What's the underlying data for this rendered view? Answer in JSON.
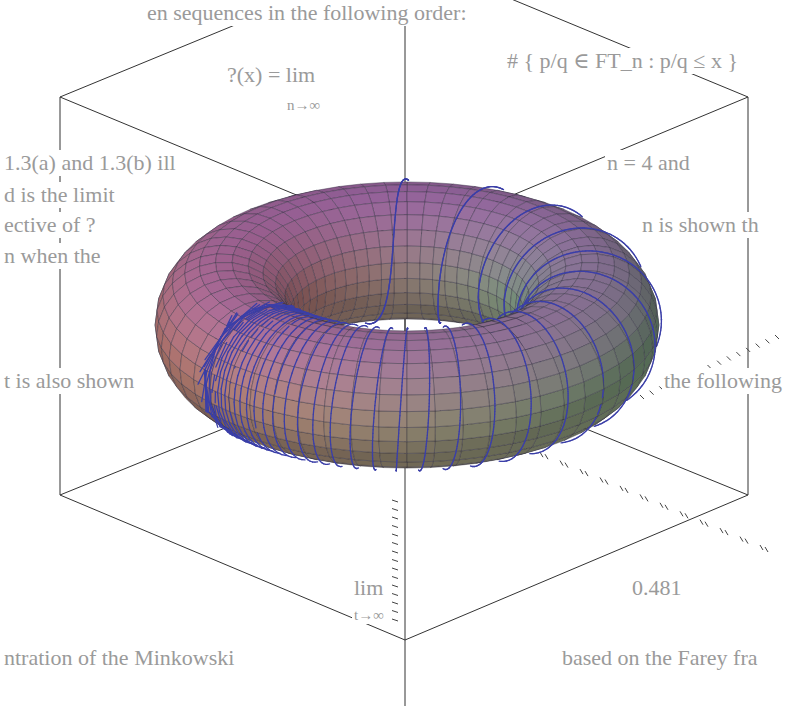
{
  "diagram": {
    "labels": [
      "en sequences in the following order:",
      "?(x) = lim",
      "# { p/q ∈ FT_n : p/q ≤ x }",
      "n→∞",
      "1.3(a) and 1.3(b) ill",
      "n = 4 and",
      "d is the limit",
      "ective of ?",
      "n is shown th",
      "n when the",
      "t is also shown",
      "the following",
      "lim",
      "t→∞",
      "0.481",
      "ntration of the Minkowski",
      "based on the Farey fra"
    ]
  }
}
